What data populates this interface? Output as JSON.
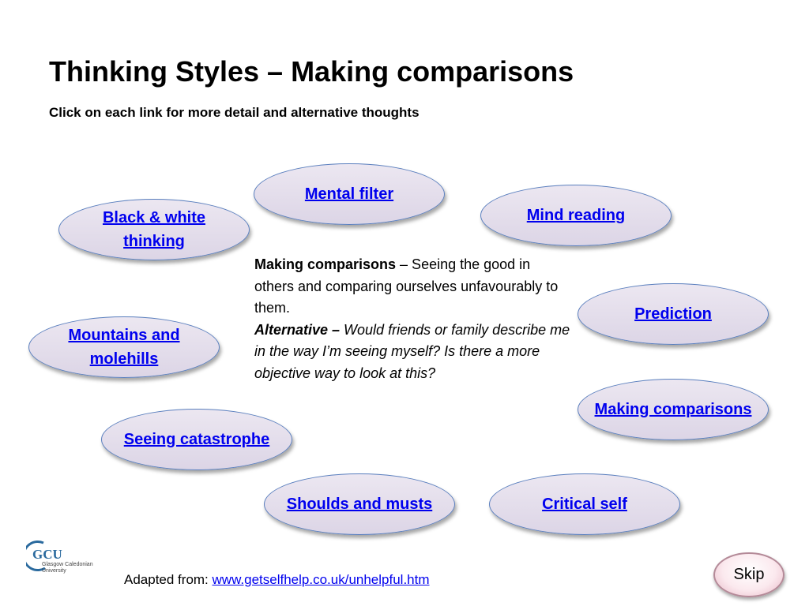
{
  "slide": {
    "title": "Thinking Styles – Making comparisons",
    "subtitle": "Click on each link for more detail and alternative thoughts"
  },
  "links": {
    "mental_filter": "Mental filter",
    "mind_reading": "Mind reading",
    "black_white": "Black & white thinking",
    "prediction": "Prediction",
    "mountains": "Mountains and molehills",
    "making_comparisons": "Making comparisons",
    "seeing_catastrophe": "Seeing catastrophe",
    "shoulds": "Shoulds and musts",
    "critical_self": "Critical self"
  },
  "description": {
    "term": "Making comparisons",
    "definition": " – Seeing the good in others and comparing ourselves unfavourably to them.",
    "alt_label": "Alternative – ",
    "alt_text": "Would friends or family describe me in the way I’m seeing myself? Is there a more objective way to look at this?"
  },
  "logo": {
    "mark": "GCU",
    "line1": "Glasgow Caledonian",
    "line2": "University"
  },
  "footer": {
    "prefix": "Adapted from: ",
    "link": "www.getselfhelp.co.uk/unhelpful.htm"
  },
  "skip_button": "Skip",
  "colors": {
    "link": "#0000ee",
    "oval_fill": "#e3dded",
    "oval_border": "#5a7fbe",
    "skip_fill": "#fbe9ee",
    "logo_blue": "#2a6a9e"
  }
}
